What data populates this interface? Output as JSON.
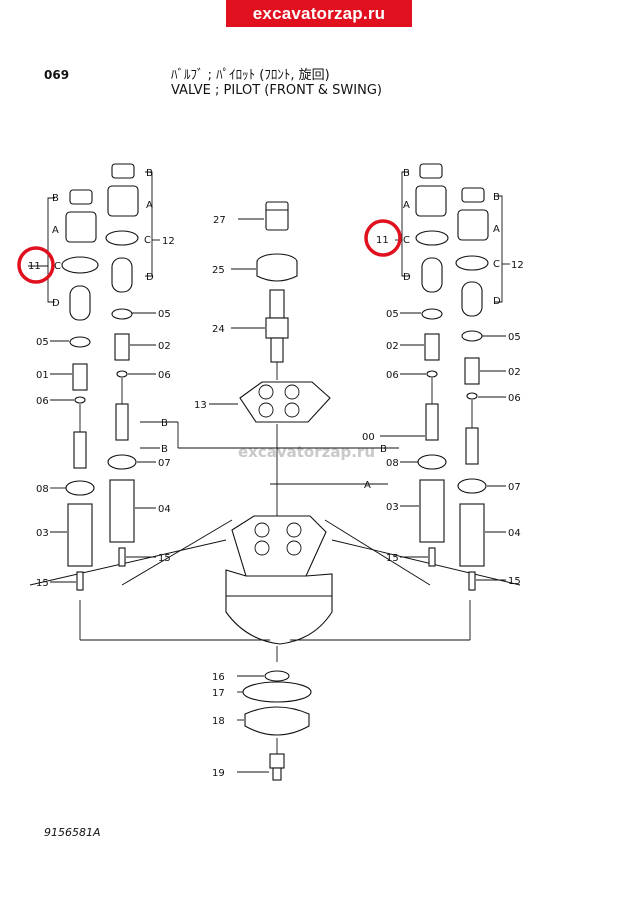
{
  "banner": {
    "text": "excavatorzap.ru",
    "color": "#e0101e"
  },
  "header": {
    "page_number": "069",
    "title_jp": "ﾊﾞﾙﾌﾞ ; ﾊﾟｲﾛｯﾄ (ﾌﾛﾝﾄ, 旋回)",
    "title_en": "VALVE ; PILOT (FRONT & SWING)"
  },
  "watermark": "excavatorzap.ru",
  "drawing_number": "9156581A",
  "highlight_color": "#e0101e",
  "highlighted_part": "11",
  "part_numbers": {
    "p01": "01",
    "p02": "02",
    "p03": "03",
    "p04": "04",
    "p05": "05",
    "p06": "06",
    "p07": "07",
    "p08": "08",
    "p11": "11",
    "p12": "12",
    "p13": "13",
    "p15": "15",
    "p16": "16",
    "p17": "17",
    "p18": "18",
    "p19": "19",
    "p24": "24",
    "p25": "25",
    "p27": "27",
    "p00": "00"
  },
  "sub_labels": {
    "a": "A",
    "b": "B",
    "c": "C",
    "d": "D"
  }
}
